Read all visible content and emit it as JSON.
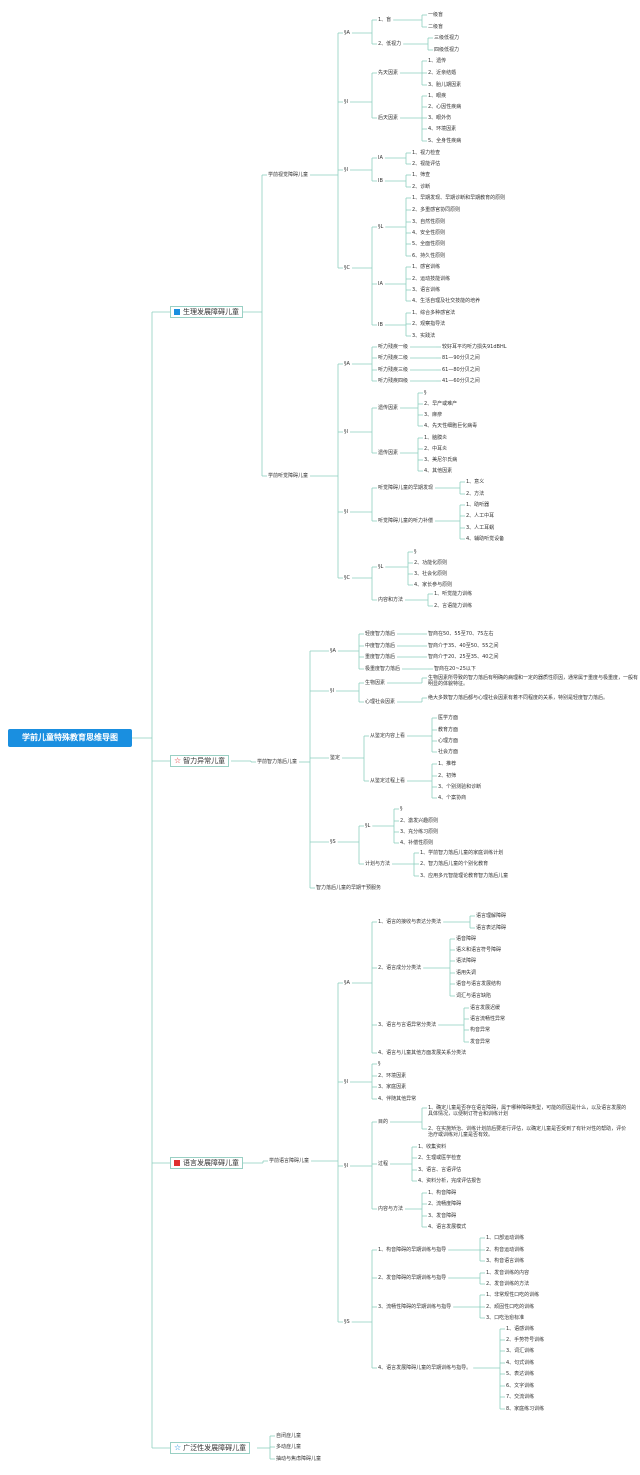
{
  "root": "学前儿童特殊教育思维导图",
  "palette": {
    "line": "#8ecfbf",
    "root_bg": "#1a8fe0",
    "flag_blue": "#1a8fe0",
    "flag_red": "#e03030"
  },
  "categories": {
    "visual": {
      "label": "生理发展障碍儿童",
      "icon": "blue-flag-icon"
    },
    "intel": {
      "label": "智力异常儿童",
      "icon": "red-star-outline-icon"
    },
    "lang": {
      "label": "语言发展障碍儿童",
      "icon": "red-flag-icon"
    },
    "autism": {
      "label": "广泛性发展障碍儿童",
      "icon": "blue-star-outline-icon"
    }
  },
  "nodes": {
    "n1": "学前视觉障碍儿童",
    "n2": "§A",
    "n3": "1、盲",
    "n4": "一级盲",
    "n5": "二级盲",
    "n6": "2、低视力",
    "n7": "三级低视力",
    "n8": "四级低视力",
    "n9": "§I",
    "n10": "先天因素",
    "n11": "1、遗传",
    "n12": "2、近亲结婚",
    "n13": "3、胎儿期因素",
    "n14": "后天因素",
    "n15": "1、眼疾",
    "n16": "2、心因性疾病",
    "n17": "3、眼外伤",
    "n18": "4、环境因素",
    "n19": "5、全身性疾病",
    "n20": "§I",
    "n21": "IA",
    "n22": "1、视力检查",
    "n23": "2、视能评估",
    "n24": "IB",
    "n25": "1、筛查",
    "n26": "2、诊断",
    "n27": "§C",
    "n28": "§L",
    "n29": "1、早期发现、早期诊断和早期教育的原则",
    "n30": "2、多重感官协同原则",
    "n31": "3、自然性原则",
    "n32": "4、安全性原则",
    "n33": "5、全面性原则",
    "n34": "6、持久性原则",
    "n35": "IA",
    "n36": "1、感官训练",
    "n37": "2、运动技能训练",
    "n38": "3、语言训练",
    "n39": "4、生活自理及社交技能的培养",
    "n40": "IB",
    "n41": "1、综合多种感官法",
    "n42": "2、观察指导法",
    "n43": "3、实践法",
    "n44": "学前听觉障碍儿童",
    "n45": "§A",
    "n46": "听力残疾一级",
    "n47": "较好耳平均听力损失91dBHL",
    "n48": "听力残疾二级",
    "n49": "81—90分贝之间",
    "n50": "听力残疾三级",
    "n51": "61—80分贝之间",
    "n52": "听力残疾四级",
    "n53": "41—60分贝之间",
    "n54": "§I",
    "n55": "遗传因素",
    "n56": "§",
    "n57": "2、早产或难产",
    "n58": "3、麻疹",
    "n59": "4、先天性细胞巨化病毒",
    "n60": "遗传因素",
    "n61": "1、脑膜炎",
    "n62": "2、中耳炎",
    "n63": "3、美尼尔氏病",
    "n64": "4、其他因素",
    "n65": "§I",
    "n66": "听觉障碍儿童的早期发现",
    "n67": "1、意义",
    "n68": "2、方法",
    "n69": "听觉障碍儿童的听力补偿",
    "n70": "1、助听器",
    "n71": "2、人工中耳",
    "n72": "3、人工耳蜗",
    "n73": "4、辅助听觉设备",
    "n74": "§C",
    "n75": "§L",
    "n76": "§",
    "n77": "2、功能化原则",
    "n78": "3、社会化原则",
    "n79": "4、家长参与原则",
    "n80": "内容和方法",
    "n81": "1、听觉能力训练",
    "n82": "2、言语能力训练",
    "n83": "学前智力落后儿童",
    "n84": "§A",
    "n85": "轻度智力落后",
    "n86": "智商在50、55至70、75左右",
    "n87": "中度智力落后",
    "n88": "智商介于35、40至50、55之间",
    "n89": "重度智力落后",
    "n90": "智商介于20、25至35、40之间",
    "n91": "极重度智力落后",
    "n92": "智商在20~25以下",
    "n93": "§I",
    "n94": "生物因素",
    "n95": "生物因素所导致的智力落后有明确的病理和一定的器质性原因，通常属于重度与极重度，一般有明显的体貌特征。",
    "n96": "心理社会因素",
    "n97": "绝大多数智力落后都与心理社会因素有着不同程度的关系，特别是轻度智力落后。",
    "n98": "鉴定",
    "n99": "从鉴定内容上看",
    "n100": "医学方面",
    "n101": "教育方面",
    "n102": "心理方面",
    "n103": "社会方面",
    "n104": "从鉴定过程上看",
    "n105": "1、推荐",
    "n106": "2、初筛",
    "n107": "3、个别测验和诊断",
    "n108": "4、个案协商",
    "n109": "§S",
    "n110": "§L",
    "n111": "§",
    "n112": "2、激发兴趣原则",
    "n113": "3、充分练习原则",
    "n114": "4、补偿性原则",
    "n115": "计划与方法",
    "n116": "1、学前智力落后儿童的家庭训练计划",
    "n117": "2、智力落后儿童的个别化教育",
    "n118": "3、应用多元智能理论教育智力落后儿童",
    "n119": "智力落后儿童的早期干预服务",
    "n120": "学前语言障碍儿童",
    "n121": "§A",
    "n122": "1、语言的接收与表达分类法",
    "n123": "语言理解障碍",
    "n124": "语言表达障碍",
    "n125": "2、语言成分分类法",
    "n126": "语音障碍",
    "n127": "语义和语言符号障碍",
    "n128": "语法障碍",
    "n129": "语用失调",
    "n130": "语音与语言发展结构",
    "n131": "词汇与语言缺陷",
    "n132": "3、语言与言语异常分类法",
    "n133": "语言发展迟缓",
    "n134": "语言流畅性异常",
    "n135": "构音异常",
    "n136": "发音异常",
    "n137": "4、语言与儿童其他方面发展关系分类法",
    "n138": "§I",
    "n139": "§",
    "n140": "2、环境因素",
    "n141": "3、家庭因素",
    "n142": "4、伴随其他异常",
    "n143": "§I",
    "n144": "目的",
    "n145": "1、确定儿童是否存在语言障碍，属于哪种障碍类型，可能的原因是什么，以及语言发展的具体情况，以便制订符合和训练计划",
    "n146": "2、在实施矫治、训练计划前后要进行评估，以确定儿童是否受到了有针对性的帮助，评价治疗或训练对儿童是否有效。",
    "n147": "过程",
    "n148": "1、收集资料",
    "n149": "2、生理或医学检查",
    "n150": "3、语言、言语评估",
    "n151": "4、资料分析，完成评估报告",
    "n152": "内容与方法",
    "n153": "1、构音障碍",
    "n154": "2、流畅度障碍",
    "n155": "3、发音障碍",
    "n156": "4、语言发展模式",
    "n157": "§S",
    "n158": "1、构音障碍的早期训练与指导",
    "n159": "1、口部运动训练",
    "n160": "2、构音运动训练",
    "n161": "3、构音语言训练",
    "n162": "2、发音障碍的早期训练与指导",
    "n163": "1、发音训练的内容",
    "n164": "2、发音训练的方法",
    "n165": "3、流畅性障碍的早期训练与指导",
    "n166": "1、非常规性口吃的训练",
    "n167": "2、顽固性口吃的训练",
    "n168": "3、口吃治愈标准",
    "n169": "4、语言发展障碍儿童的早期训练与指导。",
    "n170": "1、语感训练",
    "n171": "2、手势符号训练",
    "n172": "3、词汇训练",
    "n173": "4、句式训练",
    "n174": "5、表达训练",
    "n175": "6、文字训练",
    "n176": "7、交流训练",
    "n177": "8、家庭练习训练",
    "n178": "自闭症儿童",
    "n179": "多动症儿童",
    "n180": "抽动与焦虑障碍儿童"
  }
}
